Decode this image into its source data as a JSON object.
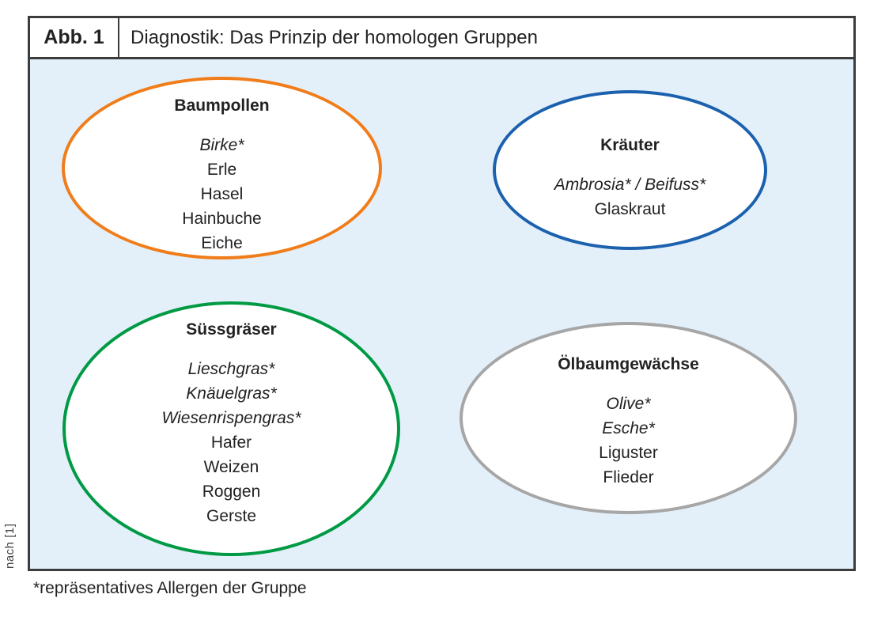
{
  "figure": {
    "label": "Abb. 1",
    "title": "Diagnostik: Das Prinzip der homologen Gruppen"
  },
  "groups": [
    {
      "name": "Baumpollen",
      "color": "#F07D1A",
      "items": [
        {
          "text": "Birke*",
          "italic": true
        },
        {
          "text": "Erle",
          "italic": false
        },
        {
          "text": "Hasel",
          "italic": false
        },
        {
          "text": "Hainbuche",
          "italic": false
        },
        {
          "text": "Eiche",
          "italic": false
        }
      ]
    },
    {
      "name": "Kräuter",
      "color": "#1B61AE",
      "items": [
        {
          "text": "Ambrosia* / Beifuss*",
          "italic": true
        },
        {
          "text": "Glaskraut",
          "italic": false
        }
      ]
    },
    {
      "name": "Süssgräser",
      "color": "#009A44",
      "items": [
        {
          "text": "Lieschgras*",
          "italic": true
        },
        {
          "text": "Knäuelgras*",
          "italic": true
        },
        {
          "text": "Wiesenrispengras*",
          "italic": true
        },
        {
          "text": "Hafer",
          "italic": false
        },
        {
          "text": "Weizen",
          "italic": false
        },
        {
          "text": "Roggen",
          "italic": false
        },
        {
          "text": "Gerste",
          "italic": false
        }
      ]
    },
    {
      "name": "Ölbaumgewächse",
      "color": "#A6A6A6",
      "items": [
        {
          "text": "Olive*",
          "italic": true
        },
        {
          "text": "Esche*",
          "italic": true
        },
        {
          "text": "Liguster",
          "italic": false
        },
        {
          "text": "Flieder",
          "italic": false
        }
      ]
    }
  ],
  "footnote": "*repräsentatives Allergen der Gruppe",
  "source": "nach [1]",
  "styles": {
    "panel_background": "#E3F0FA",
    "frame_border": "#3C3C3C",
    "text_color": "#222222"
  }
}
